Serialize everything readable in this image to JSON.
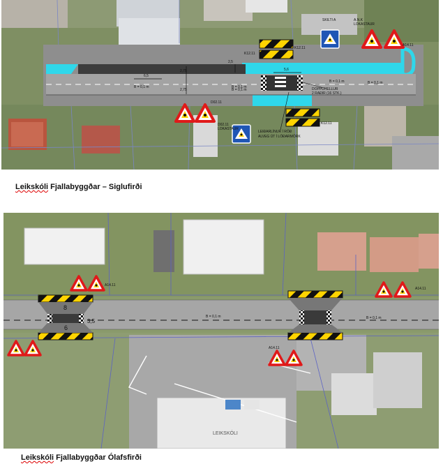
{
  "top": {
    "caption_main": "Leikskóli",
    "caption_rest": " Fjallabyggðar – Siglufirði",
    "labels": {
      "sign_a1411": "A14.11",
      "sign_ankn": "A.N.K",
      "sign_lokastaur": "LOKASTAUR",
      "sign_skilti": "SKILTI A",
      "sign_d0211": "D02.11",
      "sign_k1211a": "K12.11",
      "sign_k1211b": "K12.11",
      "sign_k1211c": "K12.11",
      "dim_65": "6,5",
      "dim_25": "2,5",
      "dim_275a": "2,75",
      "dim_275b": "2,75",
      "dim_56": "5,6",
      "dim_01a": "B = 0,1 m",
      "dim_01b": "B = 0,1 m",
      "dim_01c": "B = 0,1 m",
      "dim_01d": "B = 0,1 m",
      "dim_01e": "B = 0,1 m",
      "doppulellur_1": "DOPPUHELLUR",
      "doppulellur_2": "2 RAÐIR (16 STK.)",
      "leid_1": "LEIÐARLÍNUR Í RÖÐ",
      "leid_2": "ALVEG ÚT Í LÓÐARMÖRK",
      "d0211_b": "D02.11",
      "lokastaur_b": "LOKASTAUR"
    }
  },
  "bottom": {
    "caption_main": "Leikskóli",
    "caption_rest": " Fjallabyggðar Ólafsfirði",
    "labels": {
      "num8": "8",
      "num6": "6",
      "dim_35": "3,5",
      "dim_b01a": "B = 0,1 m",
      "dim_b01b": "B = 0,1 m",
      "a1411_a": "A14.11",
      "a1411_b": "A14.11",
      "a1411_c": "A14.11",
      "leikskoli": "LEIKSKÓLI"
    }
  },
  "colors": {
    "aerial_green": "#7f8f63",
    "road_gray": "#5b5b5b",
    "plan_gray": "#8e8e8e",
    "cyan": "#2fd7ea",
    "sign_yellow": "#ffd400",
    "sign_red": "#e01919",
    "sign_blue": "#1f56b5"
  }
}
